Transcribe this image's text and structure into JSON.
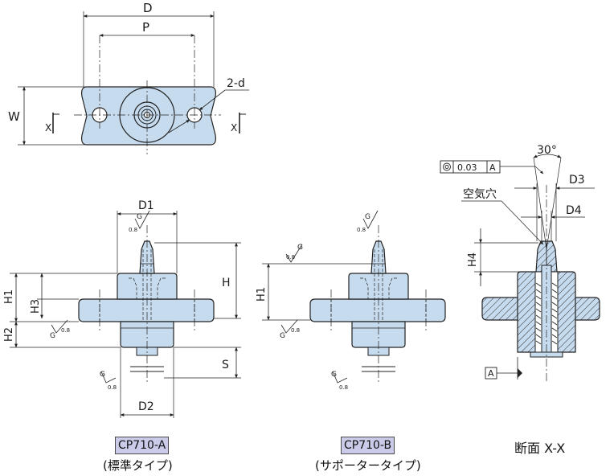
{
  "top_view": {
    "dim_d": "D",
    "dim_p": "P",
    "dim_w": "W",
    "dim_hole": "2-d",
    "section_mark_left": "X",
    "section_mark_right": "X"
  },
  "view_a": {
    "dim_d1": "D1",
    "dim_d2": "D2",
    "dim_h": "H",
    "dim_h1": "H1",
    "dim_h2": "H2",
    "dim_h3": "H3",
    "dim_s": "S",
    "finish_symbol_letter": "G",
    "finish_symbol_value": "0.8",
    "model_label": "CP710-A",
    "type_label": "(標準タイプ)"
  },
  "view_b": {
    "dim_h1": "H1",
    "finish_symbol_letter": "G",
    "finish_symbol_value": "0.8",
    "model_label": "CP710-B",
    "type_label": "(サポータータイプ)"
  },
  "section_view": {
    "angle": "30°",
    "dim_d3": "D3",
    "dim_d4": "D4",
    "dim_h4": "H4",
    "air_hole_label": "空気穴",
    "tolerance_value": "0.03",
    "datum": "A",
    "datum_tag": "A",
    "title": "断面 X-X"
  }
}
